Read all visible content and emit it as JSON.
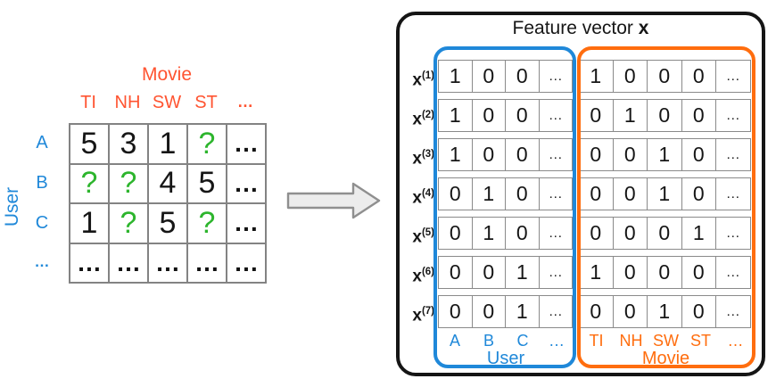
{
  "colors": {
    "user_blue": "#1f88d9",
    "movie_orange_left": "#ff5431",
    "movie_orange_right": "#ff6d0e",
    "unknown_green": "#2db52d",
    "grid_gray": "#838383",
    "box_black": "#151515",
    "arrow_fill": "#ececec",
    "arrow_stroke": "#8f8f8f"
  },
  "icons": {
    "transform_arrow": "block-right-arrow"
  },
  "left_panel": {
    "row_axis_label": "User",
    "col_axis_label": "Movie",
    "col_headers": [
      "TI",
      "NH",
      "SW",
      "ST",
      "…"
    ],
    "row_headers": [
      "A",
      "B",
      "C",
      "…"
    ],
    "cells": [
      [
        "5",
        "3",
        "1",
        "?",
        "…"
      ],
      [
        "?",
        "?",
        "4",
        "5",
        "…"
      ],
      [
        "1",
        "?",
        "5",
        "?",
        "…"
      ],
      [
        "…",
        "…",
        "…",
        "…",
        "…"
      ]
    ]
  },
  "feature_panel": {
    "title_prefix": "Feature vector ",
    "title_emphasis": "x",
    "vectors": [
      {
        "label_base": "x",
        "label_sup": "(1)",
        "user": [
          "1",
          "0",
          "0",
          "…"
        ],
        "movie": [
          "1",
          "0",
          "0",
          "0",
          "…"
        ]
      },
      {
        "label_base": "x",
        "label_sup": "(2)",
        "user": [
          "1",
          "0",
          "0",
          "…"
        ],
        "movie": [
          "0",
          "1",
          "0",
          "0",
          "…"
        ]
      },
      {
        "label_base": "x",
        "label_sup": "(3)",
        "user": [
          "1",
          "0",
          "0",
          "…"
        ],
        "movie": [
          "0",
          "0",
          "1",
          "0",
          "…"
        ]
      },
      {
        "label_base": "x",
        "label_sup": "(4)",
        "user": [
          "0",
          "1",
          "0",
          "…"
        ],
        "movie": [
          "0",
          "0",
          "1",
          "0",
          "…"
        ]
      },
      {
        "label_base": "x",
        "label_sup": "(5)",
        "user": [
          "0",
          "1",
          "0",
          "…"
        ],
        "movie": [
          "0",
          "0",
          "0",
          "1",
          "…"
        ]
      },
      {
        "label_base": "x",
        "label_sup": "(6)",
        "user": [
          "0",
          "0",
          "1",
          "…"
        ],
        "movie": [
          "1",
          "0",
          "0",
          "0",
          "…"
        ]
      },
      {
        "label_base": "x",
        "label_sup": "(7)",
        "user": [
          "0",
          "0",
          "1",
          "…"
        ],
        "movie": [
          "0",
          "0",
          "1",
          "0",
          "…"
        ]
      }
    ],
    "user_group": {
      "col_labels": [
        "A",
        "B",
        "C",
        "…"
      ],
      "label": "User"
    },
    "movie_group": {
      "col_labels": [
        "TI",
        "NH",
        "SW",
        "ST",
        "…"
      ],
      "label": "Movie"
    }
  }
}
